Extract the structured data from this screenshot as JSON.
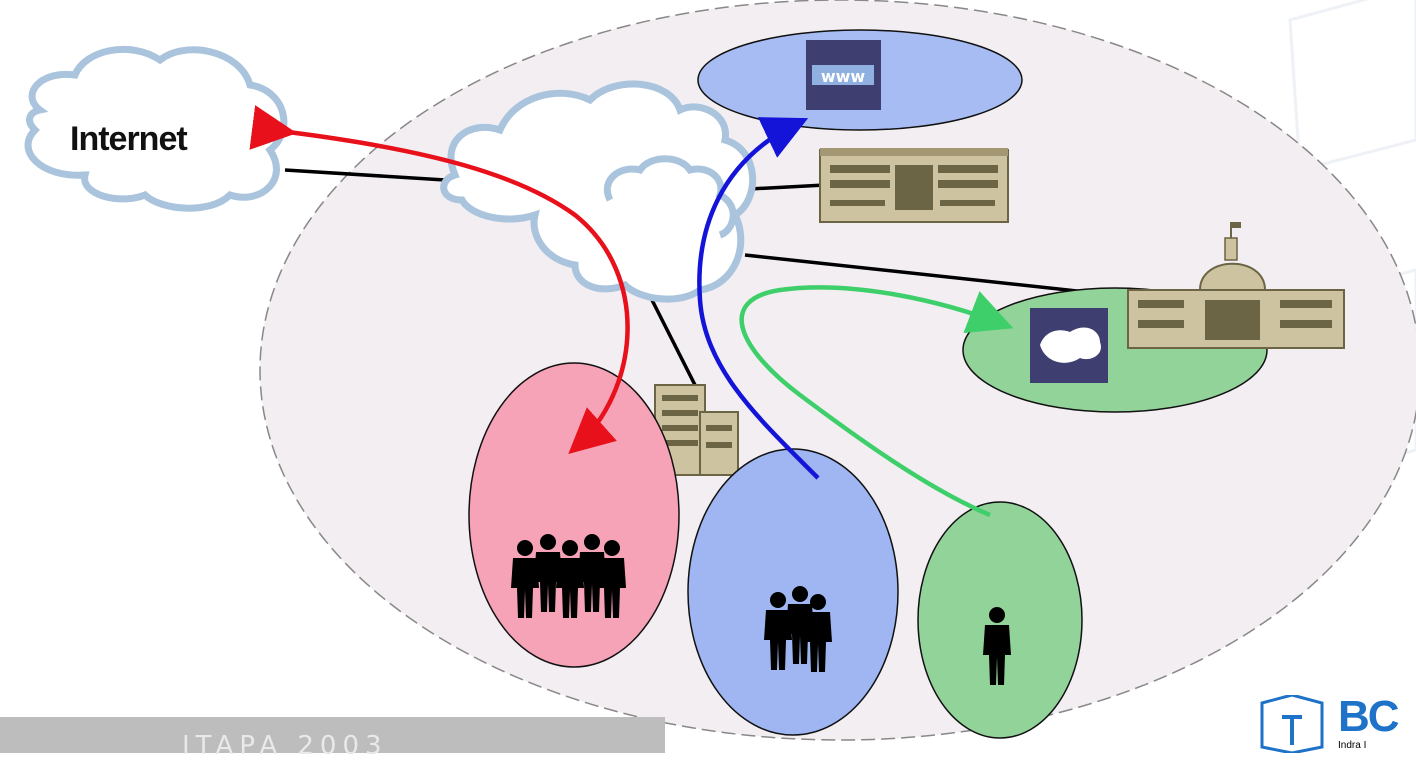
{
  "diagram": {
    "internet_label": "Internet",
    "www_label": "www",
    "footer": "ITAPA 2003",
    "logo_text": "BC",
    "logo_subtext": "Indra I",
    "colors": {
      "red_arrow": "#e8101a",
      "blue_arrow": "#1414d8",
      "green_arrow": "#3ecf6a",
      "pink_group": "#f6a3b8",
      "blue_group": "#9fb6f2",
      "green_group": "#92d39a",
      "cloud_stroke": "#a9c4dc",
      "outer_ellipse": "#f0ebf0"
    },
    "nodes": [
      {
        "id": "internet-cloud",
        "icon": "cloud-icon"
      },
      {
        "id": "www-server",
        "icon": "www-icon"
      },
      {
        "id": "office-building",
        "icon": "building-icon"
      },
      {
        "id": "government-building",
        "icon": "capitol-icon"
      },
      {
        "id": "city-building",
        "icon": "tower-icon"
      },
      {
        "id": "pink-group",
        "icon": "people-group-icon"
      },
      {
        "id": "blue-group",
        "icon": "people-pair-icon"
      },
      {
        "id": "green-person",
        "icon": "person-icon"
      },
      {
        "id": "green-service",
        "icon": "slovakia-map-icon"
      }
    ]
  }
}
